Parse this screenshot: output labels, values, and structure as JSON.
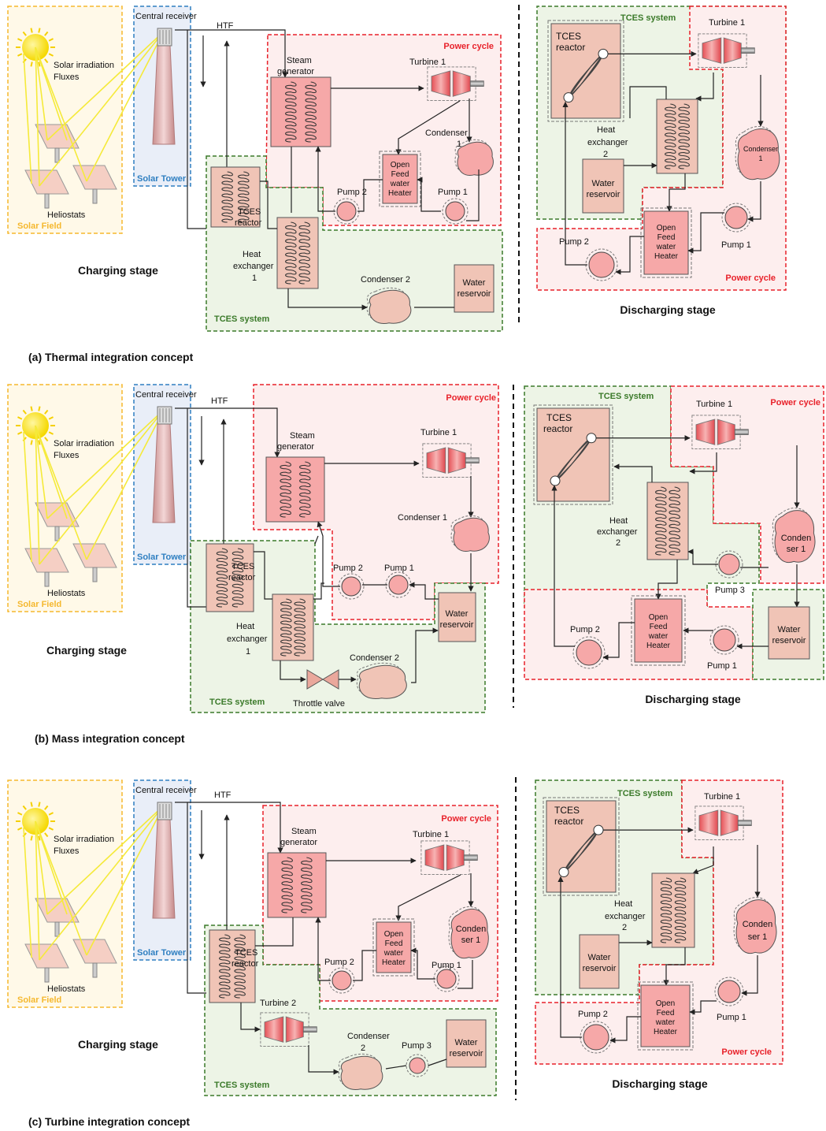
{
  "labels": {
    "central_receiver": "Central receiver",
    "htf": "HTF",
    "solar_irradiation": "Solar irradiation",
    "fluxes": "Fluxes",
    "heliostats": "Heliostats",
    "solar_field": "Solar Field",
    "solar_tower": "Solar Tower",
    "power_cycle": "Power cycle",
    "tces_system": "TCES system",
    "steam": "Steam",
    "generator": "generator",
    "turbine_1": "Turbine 1",
    "turbine_2": "Turbine 2",
    "condenser": "Condenser",
    "condenser_1": "Condenser 1",
    "condenser_2": "Condenser 2",
    "cond_small_1": "Condenser",
    "cond_small_2": "1",
    "condenser_num_1": "1",
    "condenser_num_2": "2",
    "conden": "Conden",
    "ser_1": "ser 1",
    "open": "Open",
    "feed": "Feed",
    "water": "water",
    "heater": "Heater",
    "pump_1": "Pump 1",
    "pump_2": "Pump 2",
    "pump_3": "Pump 3",
    "tces": "TCES",
    "reactor": "reactor",
    "heat": "Heat",
    "exchanger": "exchanger",
    "hx_num_1": "1",
    "hx_num_2": "2",
    "water_word": "Water",
    "reservoir": "reservoir",
    "throttle_valve": "Throttle valve",
    "charging_stage": "Charging stage",
    "discharging_stage": "Discharging stage"
  },
  "captions": {
    "a": "(a) Thermal integration concept",
    "b": "(b) Mass integration concept",
    "c": "(c) Turbine integration concept"
  },
  "colors": {
    "power_cycle": "#e8212a",
    "tces_system": "#3b7a2a",
    "solar_field": "#f5b82e",
    "solar_tower": "#2f7fc1",
    "equipment_fill": "#f0c4b6",
    "power_fill": "#f6a8a8",
    "tces_bg": "#edf4e6",
    "power_bg": "#fdeeee"
  }
}
